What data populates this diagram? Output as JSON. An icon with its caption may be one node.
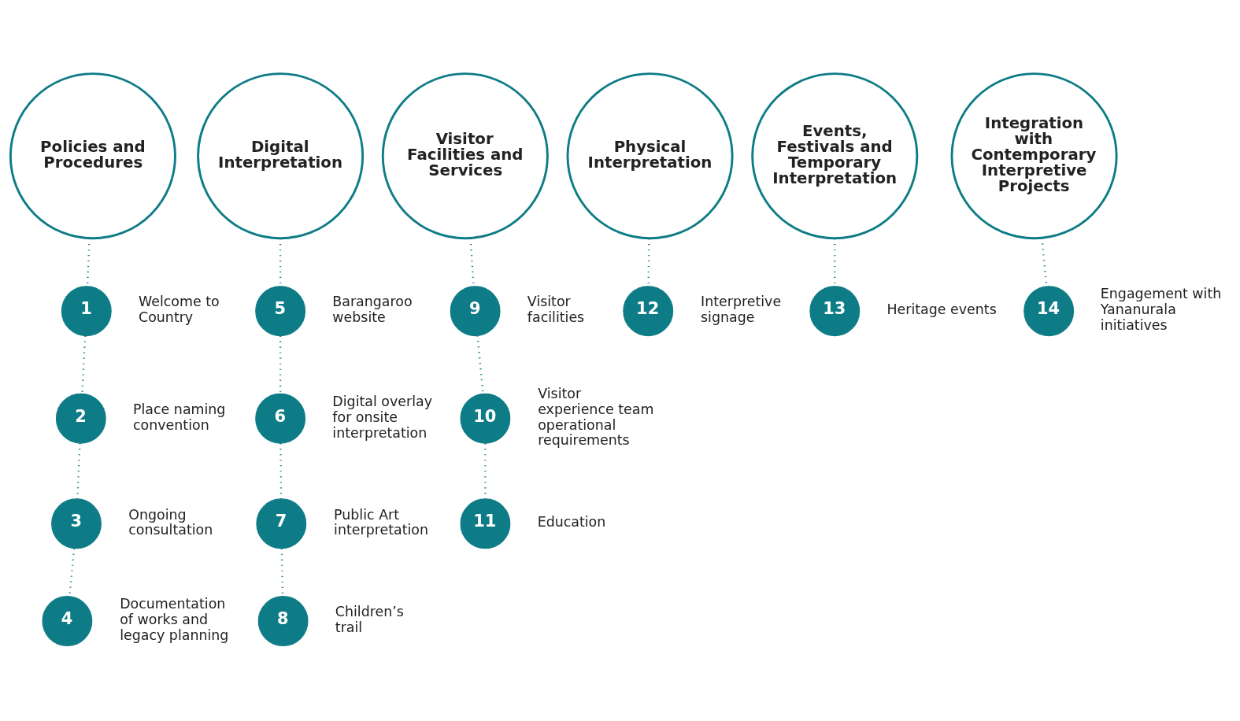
{
  "diagram": {
    "nodes": [
      {
        "text": [
          "Policies and Procedures"
        ]
      },
      {
        "text": [
          "1"
        ],
        "beside": [
          "Welcome to Country"
        ]
      },
      {
        "text": [
          "2"
        ],
        "beside": [
          "Place naming convention"
        ]
      },
      {
        "text": [
          "3"
        ],
        "beside": [
          "Ongoing consultation"
        ]
      },
      {
        "text": [
          "4"
        ],
        "beside": [
          "Documentation of works and legacy planning"
        ]
      },
      {
        "text": [
          "Digital Interpretation"
        ]
      },
      {
        "text": [
          "5"
        ],
        "beside": [
          "Barangaroo website"
        ]
      },
      {
        "text": [
          "6"
        ],
        "beside": [
          "Digital overlay for onsite interpretation"
        ]
      },
      {
        "text": [
          "7"
        ],
        "beside": [
          "Public Art interpretation"
        ]
      },
      {
        "text": [
          "8"
        ],
        "beside": [
          "Children’s trail"
        ]
      },
      {
        "text": [
          "Visitor Facilities and Services"
        ]
      },
      {
        "text": [
          "9"
        ],
        "beside": [
          "Visitor facilities"
        ]
      },
      {
        "text": [
          "10"
        ],
        "beside": [
          "Visitor experience team operational requirements"
        ]
      },
      {
        "text": [
          "11"
        ],
        "beside": [
          "Education"
        ]
      },
      {
        "text": [
          "Physical Interpretation"
        ]
      },
      {
        "text": [
          "12"
        ],
        "beside": [
          "Interpretive signage"
        ]
      },
      {
        "text": [
          "Events, Festivals and Temporary Interpretation"
        ]
      },
      {
        "text": [
          "13"
        ],
        "beside": [
          "Heritage events"
        ]
      },
      {
        "text": [
          "Integration with Contemporary Interpretive Projects"
        ]
      },
      {
        "text": [
          "14"
        ],
        "beside": [
          "Engagement with Yananurala initiatives"
        ]
      }
    ],
    "edges": [
      {
        "from": 0,
        "to": 1,
        "arrow": "none"
      },
      {
        "from": 1,
        "to": 2,
        "arrow": "none"
      },
      {
        "from": 2,
        "to": 3,
        "arrow": "none"
      },
      {
        "from": 3,
        "to": 4,
        "arrow": "none"
      },
      {
        "from": 5,
        "to": 6,
        "arrow": "none"
      },
      {
        "from": 6,
        "to": 7,
        "arrow": "none"
      },
      {
        "from": 7,
        "to": 8,
        "arrow": "none"
      },
      {
        "from": 8,
        "to": 9,
        "arrow": "none"
      },
      {
        "from": 10,
        "to": 11,
        "arrow": "none"
      },
      {
        "from": 11,
        "to": 12,
        "arrow": "none"
      },
      {
        "from": 12,
        "to": 13,
        "arrow": "none"
      },
      {
        "from": 14,
        "to": 15,
        "arrow": "none"
      },
      {
        "from": 16,
        "to": 17,
        "arrow": "none"
      },
      {
        "from": 18,
        "to": 19,
        "arrow": "none"
      }
    ]
  }
}
